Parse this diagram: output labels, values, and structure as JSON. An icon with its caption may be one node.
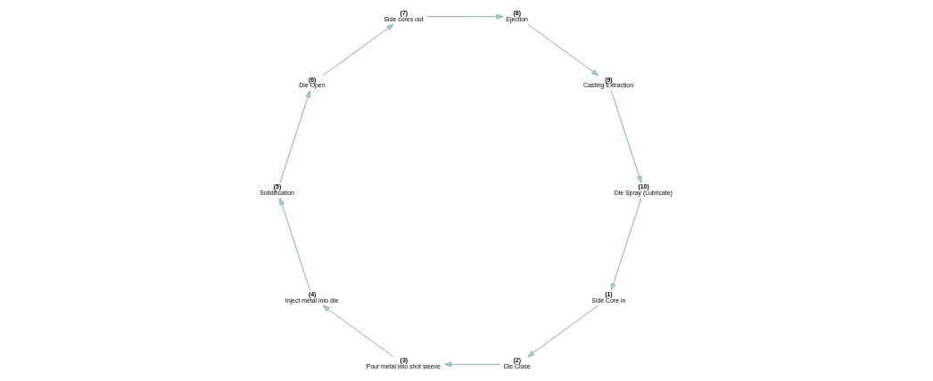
{
  "diagram": {
    "nodes": [
      {
        "text": [
          "(1)",
          "Side Core in"
        ]
      },
      {
        "text": [
          "(2)",
          "Die Close"
        ]
      },
      {
        "text": [
          "(3)",
          "Pour metal into shot sleeve"
        ]
      },
      {
        "text": [
          "(4)",
          "Inject metal into die"
        ]
      },
      {
        "text": [
          "(5)",
          "Solidification"
        ]
      },
      {
        "text": [
          "(6)",
          "Die Open"
        ]
      },
      {
        "text": [
          "(7)",
          "Side cores out"
        ]
      },
      {
        "text": [
          "(8)",
          "Ejection"
        ]
      },
      {
        "text": [
          "(9)",
          "Casting Extraction"
        ]
      },
      {
        "text": [
          "(10)",
          "Die Spray (Lubricate)"
        ]
      }
    ],
    "edges": [
      {
        "from": 0,
        "to": 1,
        "arrow": "to"
      },
      {
        "from": 1,
        "to": 2,
        "arrow": "to"
      },
      {
        "from": 2,
        "to": 3,
        "arrow": "to"
      },
      {
        "from": 3,
        "to": 4,
        "arrow": "to"
      },
      {
        "from": 4,
        "to": 5,
        "arrow": "to"
      },
      {
        "from": 5,
        "to": 6,
        "arrow": "to"
      },
      {
        "from": 6,
        "to": 7,
        "arrow": "to"
      },
      {
        "from": 7,
        "to": 8,
        "arrow": "to"
      },
      {
        "from": 8,
        "to": 9,
        "arrow": "to"
      },
      {
        "from": 9,
        "to": 0,
        "arrow": "to"
      }
    ]
  }
}
